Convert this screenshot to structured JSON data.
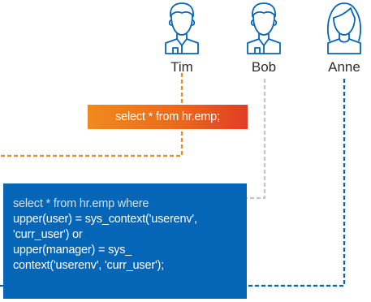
{
  "people": [
    {
      "name": "Tim",
      "avatar": "man-avatar-icon"
    },
    {
      "name": "Bob",
      "avatar": "man-avatar-icon"
    },
    {
      "name": "Anne",
      "avatar": "woman-avatar-icon"
    }
  ],
  "queries": {
    "plain": "select * from hr.emp;",
    "rewritten_lines": [
      "select * from hr.emp where",
      "upper(user) = sys_context('userenv',",
      "'curr_user') or",
      "upper(manager) = sys_",
      "context('userenv', 'curr_user');"
    ]
  },
  "colors": {
    "icon_stroke": "#0565b6",
    "orange_line": "#f08a1c",
    "gray_line": "#c4c4c4",
    "blue_line": "#0565b6",
    "blue_box": "#0565b6"
  }
}
